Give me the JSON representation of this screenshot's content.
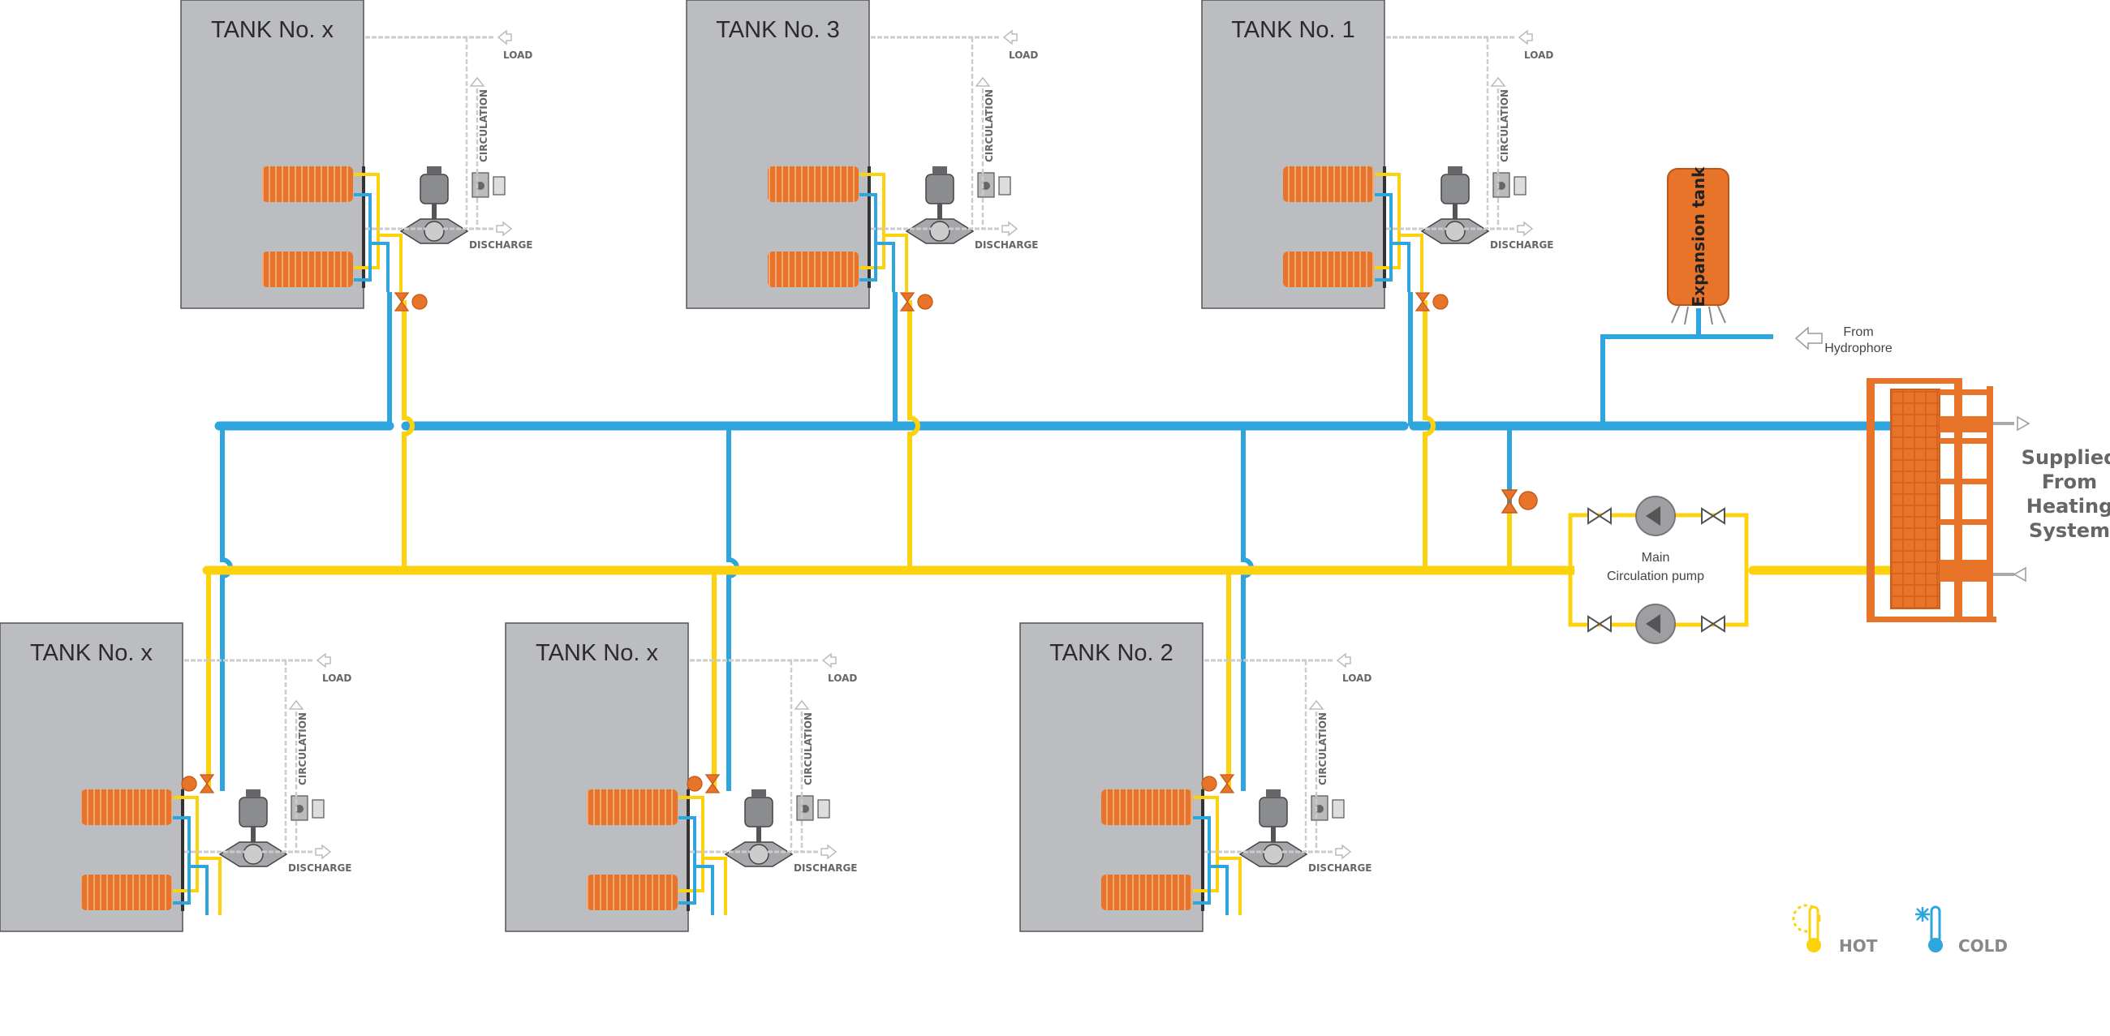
{
  "colors": {
    "hot": "#FCD20F",
    "cold": "#2EA6DD",
    "tank": "#BCBDC0",
    "coil": "#E8742A",
    "valve": "#E8742A",
    "label": "#666666"
  },
  "tanks": [
    {
      "title": "TANK No. x",
      "load": "LOAD",
      "circulation": "CIRCULATION",
      "discharge": "DISCHARGE"
    },
    {
      "title": "TANK No. 3",
      "load": "LOAD",
      "circulation": "CIRCULATION",
      "discharge": "DISCHARGE"
    },
    {
      "title": "TANK No. 1",
      "load": "LOAD",
      "circulation": "CIRCULATION",
      "discharge": "DISCHARGE"
    },
    {
      "title": "TANK No. x",
      "load": "LOAD",
      "circulation": "CIRCULATION",
      "discharge": "DISCHARGE"
    },
    {
      "title": "TANK No. x",
      "load": "LOAD",
      "circulation": "CIRCULATION",
      "discharge": "DISCHARGE"
    },
    {
      "title": "TANK No. 2",
      "load": "LOAD",
      "circulation": "CIRCULATION",
      "discharge": "DISCHARGE"
    }
  ],
  "expansion_tank": {
    "label": "Expansion tank"
  },
  "hydrophore": {
    "line1": "From",
    "line2": "Hydrophore"
  },
  "pump": {
    "line1": "Main",
    "line2": "Circulation pump"
  },
  "supplied": {
    "line1": "Supplied",
    "line2": "From",
    "line3": "Heating",
    "line4": "System"
  },
  "legend": {
    "hot": "HOT",
    "cold": "COLD"
  }
}
